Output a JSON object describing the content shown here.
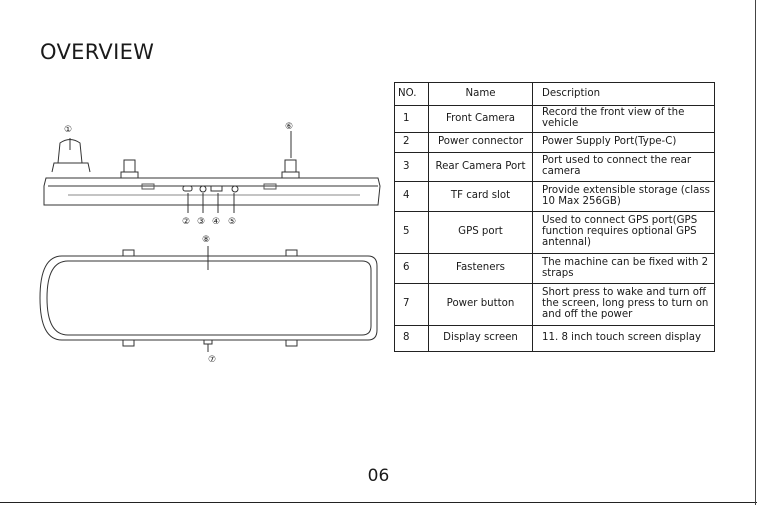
{
  "title": "OVERVIEW",
  "page_number": "06",
  "callouts": [
    "①",
    "②",
    "③",
    "④",
    "⑤",
    "⑥",
    "⑦",
    "⑧"
  ],
  "table": {
    "headers": {
      "no": "NO.",
      "name": "Name",
      "description": "Description"
    },
    "rows": [
      {
        "no": "1",
        "name": "Front Camera",
        "description": "Record the front view of the vehicle"
      },
      {
        "no": "2",
        "name": "Power connector",
        "description": "Power Supply Port(Type-C)"
      },
      {
        "no": "3",
        "name": "Rear Camera Port",
        "description": "Port used to connect the rear camera"
      },
      {
        "no": "4",
        "name": "TF card slot",
        "description": "Provide extensible storage (class 10 Max 256GB)"
      },
      {
        "no": "5",
        "name": "GPS port",
        "description": "Used to connect GPS port(GPS function requires optional GPS antennal)"
      },
      {
        "no": "6",
        "name": "Fasteners",
        "description": "The machine can be fixed with 2 straps"
      },
      {
        "no": "7",
        "name": "Power button",
        "description": "Short press to wake and turn off the screen, long press to turn on and off the power"
      },
      {
        "no": "8",
        "name": "Display screen",
        "description": "11. 8 inch touch screen display"
      }
    ]
  }
}
